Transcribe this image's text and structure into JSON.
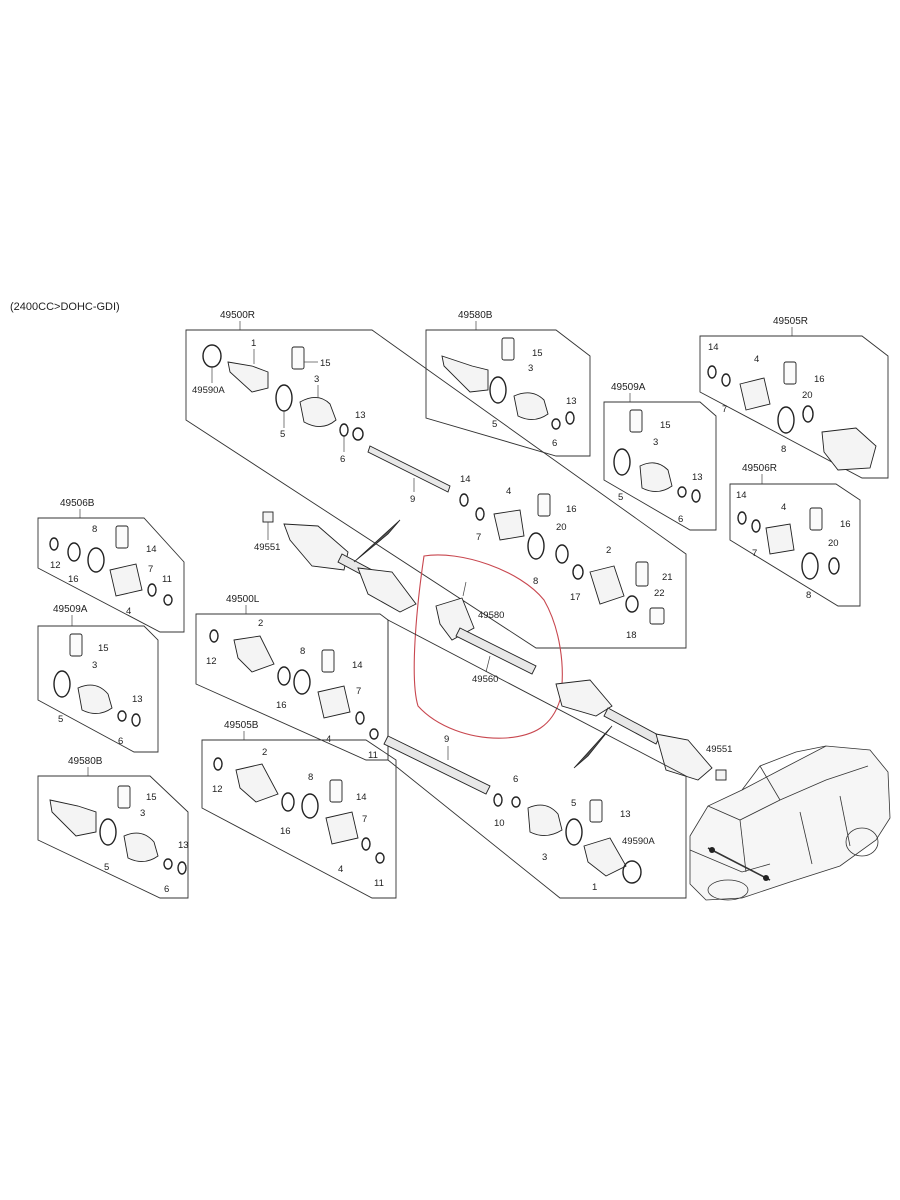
{
  "diagram": {
    "engine_note": "(2400CC>DOHC-GDI)",
    "assemblies": [
      {
        "id": "49500R",
        "label": "49500R"
      },
      {
        "id": "49580B_top",
        "label": "49580B"
      },
      {
        "id": "49505R",
        "label": "49505R"
      },
      {
        "id": "49509A_right",
        "label": "49509A"
      },
      {
        "id": "49506R",
        "label": "49506R"
      },
      {
        "id": "49506B",
        "label": "49506B"
      },
      {
        "id": "49509A_left",
        "label": "49509A"
      },
      {
        "id": "49500L",
        "label": "49500L"
      },
      {
        "id": "49505B",
        "label": "49505B"
      },
      {
        "id": "49580B_bottom",
        "label": "49580B"
      }
    ],
    "part_numbers": {
      "p1": "1",
      "p2": "2",
      "p3": "3",
      "p4": "4",
      "p5": "5",
      "p6": "6",
      "p7": "7",
      "p8": "8",
      "p9": "9",
      "p10": "10",
      "p11": "11",
      "p12": "12",
      "p13": "13",
      "p14": "14",
      "p15": "15",
      "p16": "16",
      "p17": "17",
      "p18": "18",
      "p20": "20",
      "p21": "21",
      "p22": "22"
    },
    "assembly_parts": {
      "seal_ring": "49590A",
      "nut": "49551",
      "bracket": "49580",
      "intermediate_shaft": "49560"
    }
  }
}
